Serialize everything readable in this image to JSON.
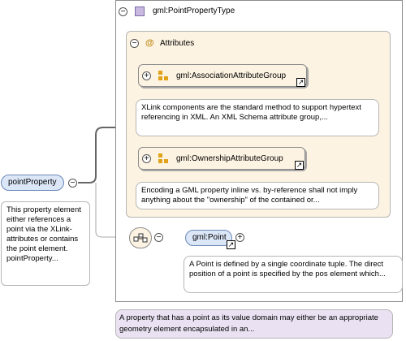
{
  "type": {
    "name": "gml:PointPropertyType"
  },
  "attributes": {
    "label": "Attributes",
    "groups": [
      {
        "name": "gml:AssociationAttributeGroup",
        "doc": "XLink components are the standard method to support hypertext referencing in XML. An XML Schema attribute group,..."
      },
      {
        "name": "gml:OwnershipAttributeGroup",
        "doc": "Encoding a GML property inline vs. by-reference shall not imply anything about the \"ownership\" of the contained or..."
      }
    ]
  },
  "property": {
    "name": "pointProperty",
    "doc": "This property element either references a point via the XLink-attributes or contains the point element. pointProperty..."
  },
  "point": {
    "name": "gml:Point",
    "doc": "A Point is defined by a single coordinate tuple. The direct position of a point is specified by the pos element which..."
  },
  "type_doc": "A property that has a point as its value domain may either be an appropriate geometry element encapsulated in an...",
  "symbols": {
    "collapse": "−",
    "expand": "+",
    "link": "↗",
    "at": "@"
  },
  "colors": {
    "element_fill": "#dbe6f7",
    "element_border": "#6a89b9",
    "group_fill": "#fdf3e2",
    "type_doc_fill": "#eae2f2",
    "group_icon": "#e1a21a"
  }
}
